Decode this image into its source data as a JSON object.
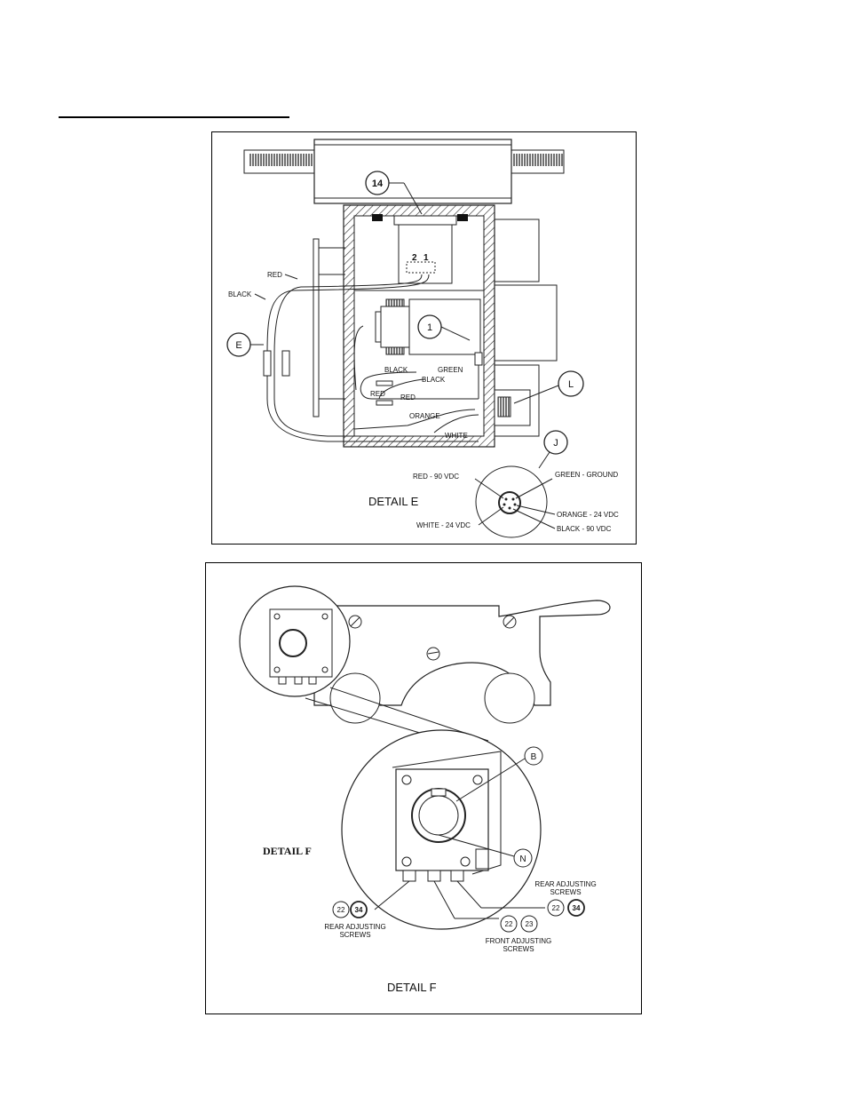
{
  "detail_e": {
    "callouts": {
      "c14": "14",
      "c1": "1",
      "cE": "E",
      "cL": "L",
      "cJ": "J"
    },
    "pins": {
      "pin2": "2",
      "pin1": "1"
    },
    "wires": {
      "red_left": "RED",
      "black_left": "BLACK",
      "black_mid": "BLACK",
      "green": "GREEN",
      "black_right": "BLACK",
      "red_a": "RED",
      "red_b": "RED",
      "orange": "ORANGE",
      "white": "WHITE"
    },
    "connector": {
      "red_90": "RED - 90 VDC",
      "green_ground": "GREEN - GROUND",
      "orange_24": "ORANGE - 24 VDC",
      "black_90": "BLACK - 90 VDC",
      "white_24": "WHITE - 24 VDC"
    },
    "title": "DETAIL E"
  },
  "detail_f": {
    "callouts": {
      "cB": "B",
      "cN": "N",
      "c22a": "22",
      "c34a": "34",
      "c22b": "22",
      "c23": "23",
      "c22c": "22",
      "c34b": "34"
    },
    "inner_title": "DETAIL F",
    "rear_left_1": "REAR ADJUSTING",
    "rear_left_2": "SCREWS",
    "front_1": "FRONT ADJUSTING",
    "front_2": "SCREWS",
    "rear_right_1": "REAR ADJUSTING",
    "rear_right_2": "SCREWS",
    "title": "DETAIL F"
  }
}
